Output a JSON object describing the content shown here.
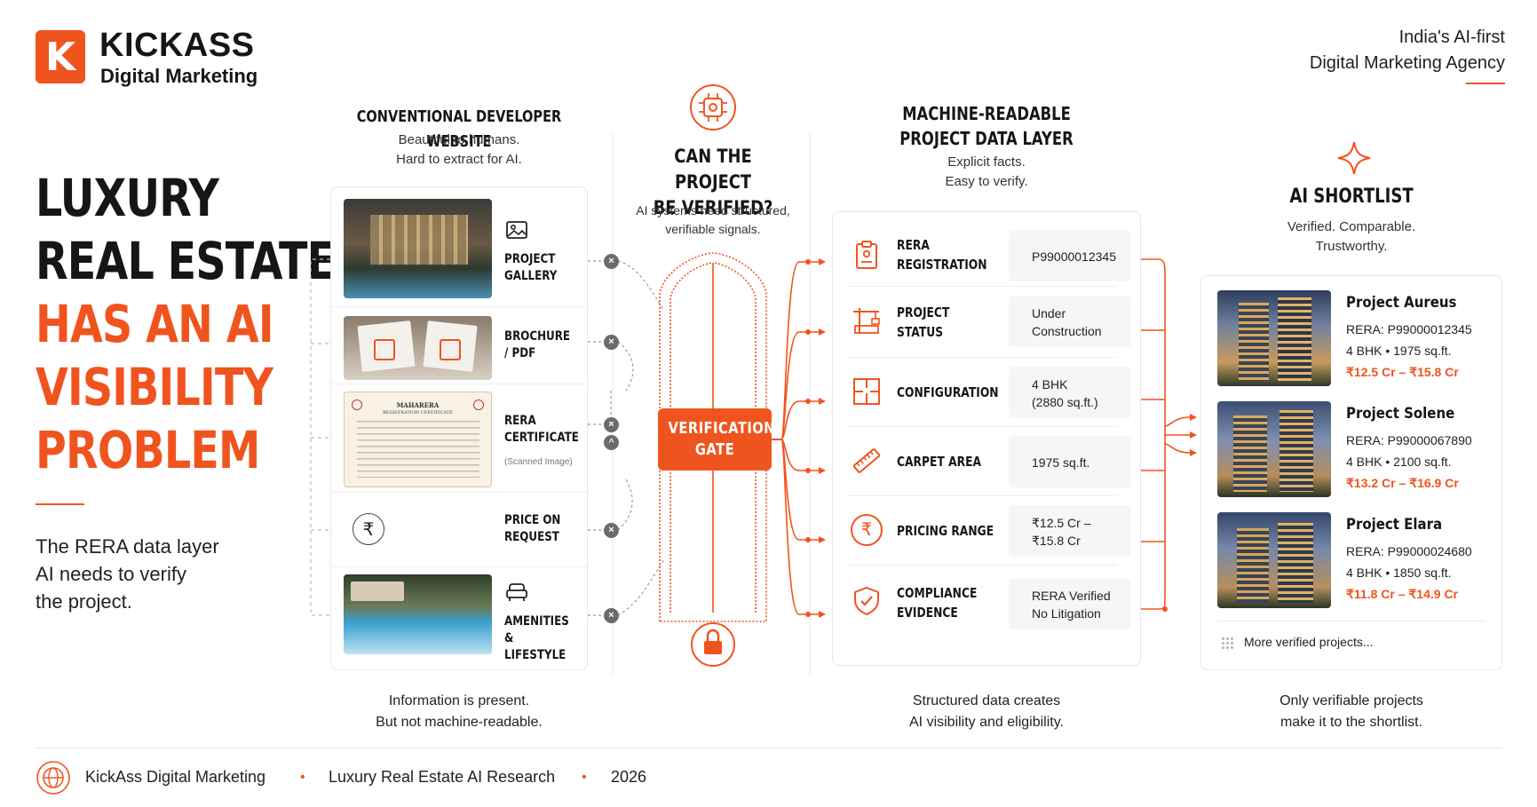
{
  "brand": {
    "logo_letter": "K",
    "name": "KICKASS",
    "sub": "Digital Marketing",
    "tagline_1": "India's AI-first",
    "tagline_2": "Digital Marketing Agency",
    "accent": "#f0541e"
  },
  "hero": {
    "line1": "LUXURY",
    "line2": "REAL ESTATE",
    "line3": "HAS AN AI",
    "line4": "VISIBILITY",
    "line5": "PROBLEM",
    "sub_1": "The RERA data layer",
    "sub_2": "AI needs to verify",
    "sub_3": "the project."
  },
  "conventional": {
    "heading": "CONVENTIONAL DEVELOPER WEBSITE",
    "sub_1": "Beautiful to humans.",
    "sub_2": "Hard to extract for AI.",
    "rows": [
      {
        "label_1": "PROJECT",
        "label_2": "GALLERY",
        "icon": "image-icon"
      },
      {
        "label_1": "BROCHURE",
        "label_2": "/ PDF",
        "icon": "pdf-icon"
      },
      {
        "label_1": "RERA",
        "label_2": "CERTIFICATE",
        "note": "(Scanned Image)",
        "cert_title": "MAHARERA",
        "cert_sub": "REGISTRATION CERTIFICATE"
      },
      {
        "label_1": "PRICE ON",
        "label_2": "REQUEST",
        "icon": "rupee-icon",
        "symbol": "₹"
      },
      {
        "label_1": "AMENITIES",
        "label_2": "& LIFESTYLE",
        "icon": "sofa-icon"
      }
    ],
    "caption_1": "Information is present.",
    "caption_2": "But not machine-readable."
  },
  "verify": {
    "heading_1": "CAN THE PROJECT",
    "heading_2": "BE VERIFIED?",
    "sub_1": "AI systems need structured,",
    "sub_2": "verifiable signals.",
    "gate_1": "VERIFICATION",
    "gate_2": "GATE"
  },
  "data_layer": {
    "heading_1": "MACHINE-READABLE",
    "heading_2": "PROJECT DATA LAYER",
    "sub_1": "Explicit facts.",
    "sub_2": "Easy to verify.",
    "rows": [
      {
        "label_1": "RERA",
        "label_2": "REGISTRATION",
        "value_1": "P99000012345",
        "value_2": "",
        "icon": "clipboard-icon"
      },
      {
        "label_1": "PROJECT",
        "label_2": "STATUS",
        "value_1": "Under",
        "value_2": "Construction",
        "icon": "crane-icon"
      },
      {
        "label_1": "CONFIGURATION",
        "label_2": "",
        "value_1": "4 BHK",
        "value_2": "(2880 sq.ft.)",
        "icon": "floorplan-icon"
      },
      {
        "label_1": "CARPET AREA",
        "label_2": "",
        "value_1": "1975 sq.ft.",
        "value_2": "",
        "icon": "ruler-icon"
      },
      {
        "label_1": "PRICING RANGE",
        "label_2": "",
        "value_1": "₹12.5 Cr –",
        "value_2": "₹15.8 Cr",
        "icon": "rupee-icon",
        "symbol": "₹"
      },
      {
        "label_1": "COMPLIANCE",
        "label_2": "EVIDENCE",
        "value_1": "RERA Verified",
        "value_2": "No Litigation",
        "icon": "shield-check-icon"
      }
    ],
    "caption_1": "Structured data creates",
    "caption_2": "AI visibility and eligibility."
  },
  "shortlist": {
    "heading": "AI SHORTLIST",
    "sub_1": "Verified. Comparable.",
    "sub_2": "Trustworthy.",
    "projects": [
      {
        "name": "Project Aureus",
        "rera": "RERA: P99000012345",
        "spec": "4 BHK  •  1975 sq.ft.",
        "price": "₹12.5 Cr – ₹15.8 Cr"
      },
      {
        "name": "Project Solene",
        "rera": "RERA: P99000067890",
        "spec": "4 BHK  •  2100 sq.ft.",
        "price": "₹13.2 Cr – ₹16.9 Cr"
      },
      {
        "name": "Project Elara",
        "rera": "RERA: P99000024680",
        "spec": "4 BHK  •  1850 sq.ft.",
        "price": "₹11.8 Cr – ₹14.9 Cr"
      }
    ],
    "more": "More verified projects...",
    "caption_1": "Only verifiable projects",
    "caption_2": "make it to the shortlist."
  },
  "footer": {
    "org": "KickAss Digital Marketing",
    "topic": "Luxury Real Estate AI Research",
    "year": "2026",
    "sep": "•"
  }
}
